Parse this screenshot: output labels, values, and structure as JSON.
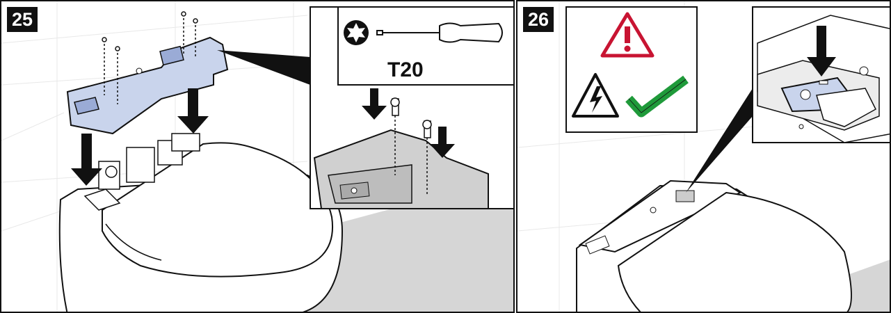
{
  "steps": [
    {
      "number": "25",
      "tool_label": "T20",
      "tool_icon": "torx-screwdriver-icon"
    },
    {
      "number": "26",
      "icons": [
        "warning-triangle-icon",
        "electric-shock-warning-icon",
        "check-mark-icon"
      ]
    }
  ],
  "colors": {
    "part_blue": "#c9d4ec",
    "part_blue_dark": "#9aabd6",
    "warning_red": "#c81432",
    "check_green": "#1f9a3a",
    "floor_gray": "#d6d6d6"
  }
}
